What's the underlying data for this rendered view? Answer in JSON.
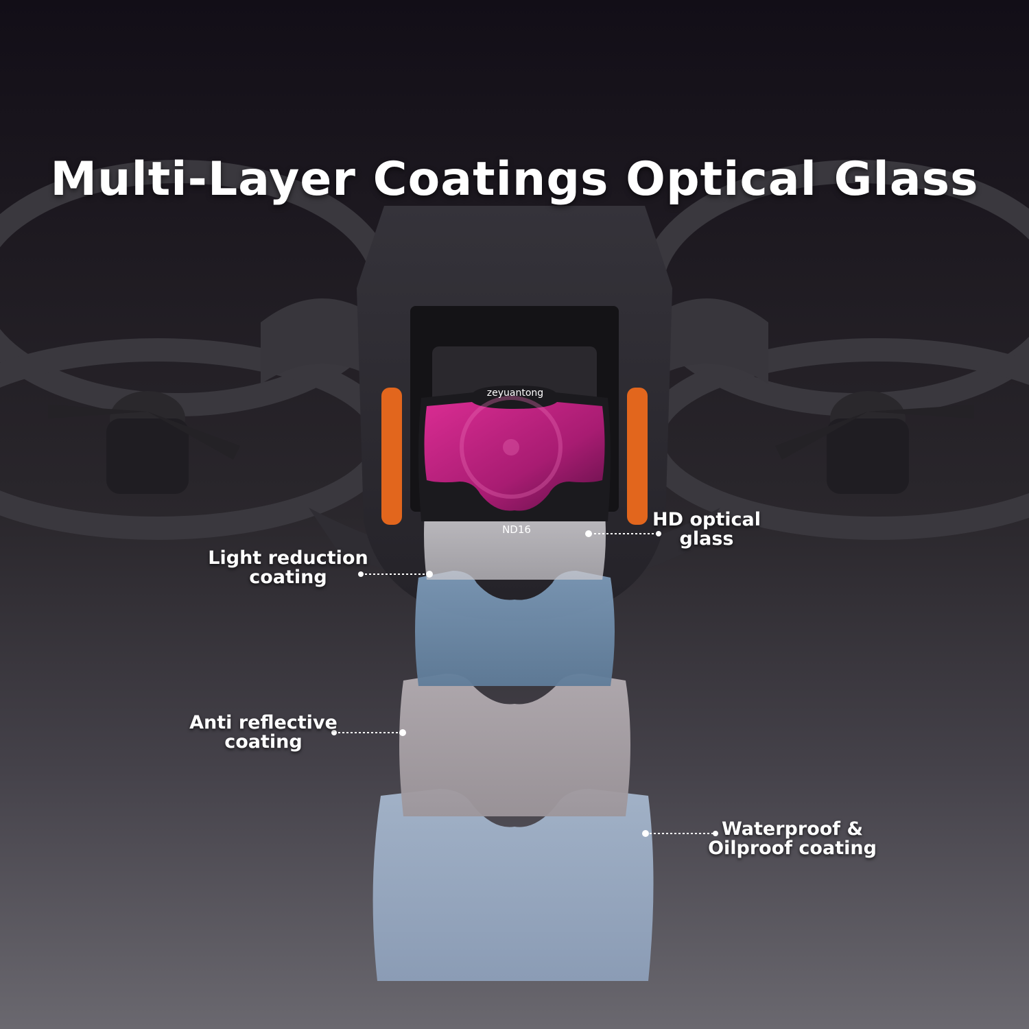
{
  "headline": "Multi-Layer Coatings Optical Glass",
  "filter": {
    "brand": "zeyuantong",
    "label": "ND16"
  },
  "callouts": {
    "hd_glass": {
      "line1": "HD optical",
      "line2": "glass"
    },
    "light_reduction": {
      "line1": "Light reduction",
      "line2": "coating"
    },
    "anti_reflective": {
      "line1": "Anti reflective",
      "line2": "coating"
    },
    "waterproof": {
      "line1": "Waterproof &",
      "line2": "Oilproof coating"
    }
  },
  "colors": {
    "filter_magenta": "#c0237f",
    "arm_orange": "#e2661d",
    "layer_glass": "#d8d6da",
    "layer_blue": "#6e8aa8",
    "layer_grey": "#a8a1a6",
    "layer_pale_blue": "#97a9c2"
  }
}
